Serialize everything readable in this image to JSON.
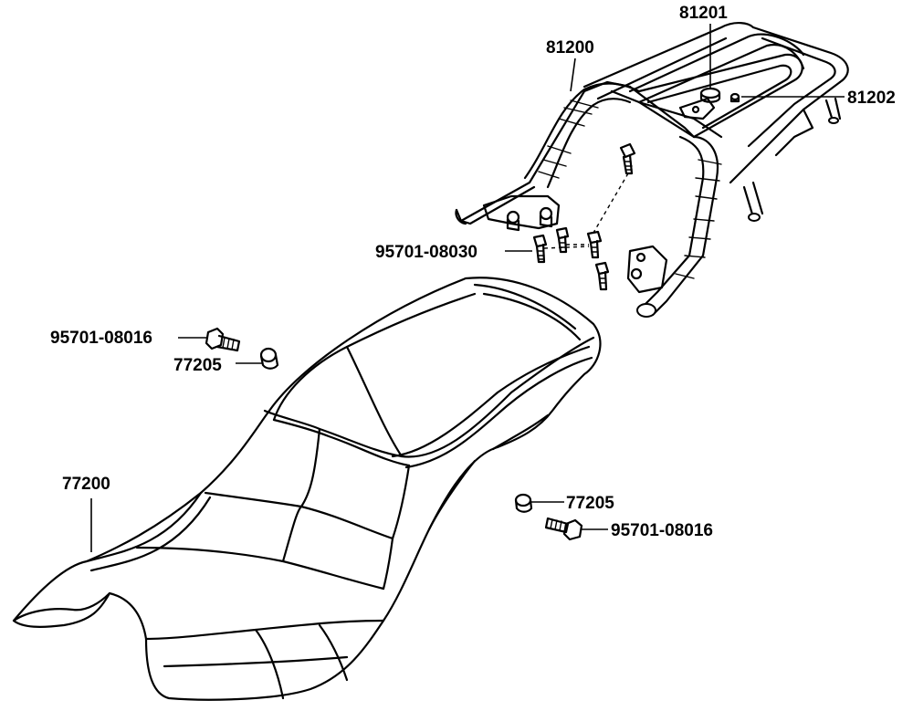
{
  "labels": {
    "p81201": "81201",
    "p81200": "81200",
    "p81202": "81202",
    "p95701_08030": "95701-08030",
    "p95701_08016_left": "95701-08016",
    "p77205_left": "77205",
    "p77200": "77200",
    "p77205_right": "77205",
    "p95701_08016_right": "95701-08016"
  },
  "colors": {
    "line": "#000000",
    "background": "#ffffff"
  }
}
